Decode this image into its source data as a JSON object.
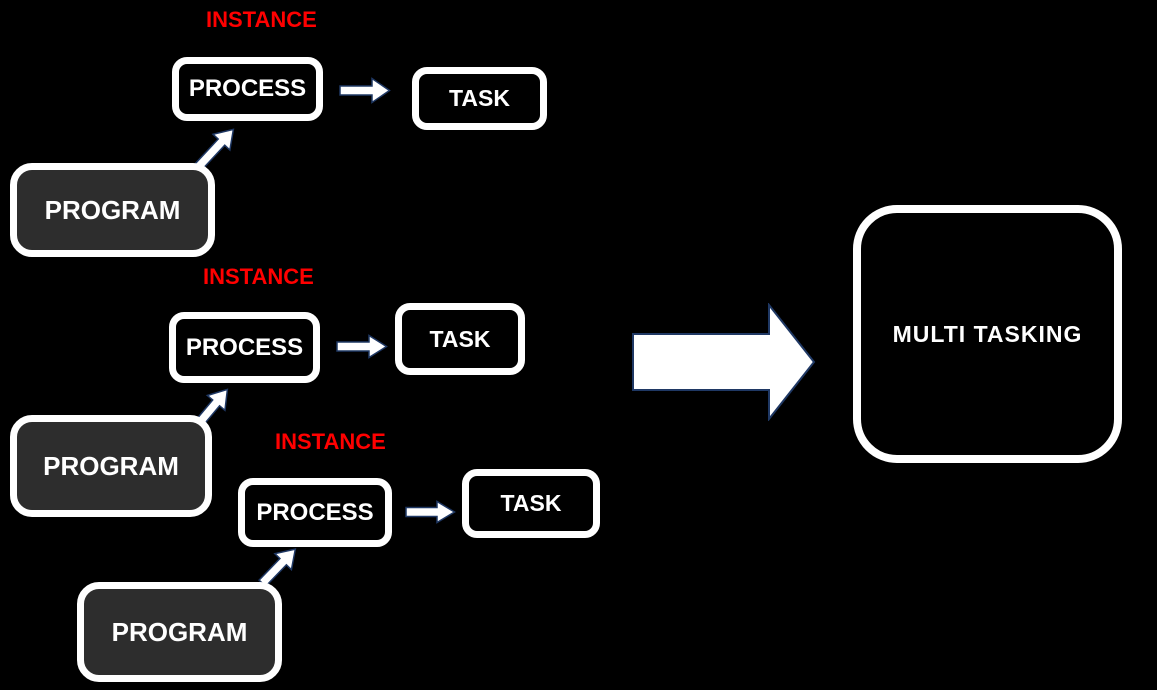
{
  "diagram": {
    "background_color": "#000000",
    "box_border_color": "#ffffff",
    "program_fill_color": "#2d2d2d",
    "process_fill_color": "#000000",
    "instance_text_color": "#ff0000",
    "arrow_fill_color": "#ffffff",
    "arrow_outline_color": "#1f3864"
  },
  "chains": [
    {
      "program": "PROGRAM",
      "instance": "INSTANCE",
      "process": "PROCESS",
      "task": "TASK"
    },
    {
      "program": "PROGRAM",
      "instance": "INSTANCE",
      "process": "PROCESS",
      "task": "TASK"
    },
    {
      "program": "PROGRAM",
      "instance": "INSTANCE",
      "process": "PROCESS",
      "task": "TASK"
    }
  ],
  "result": {
    "label": "MULTI TASKING"
  }
}
